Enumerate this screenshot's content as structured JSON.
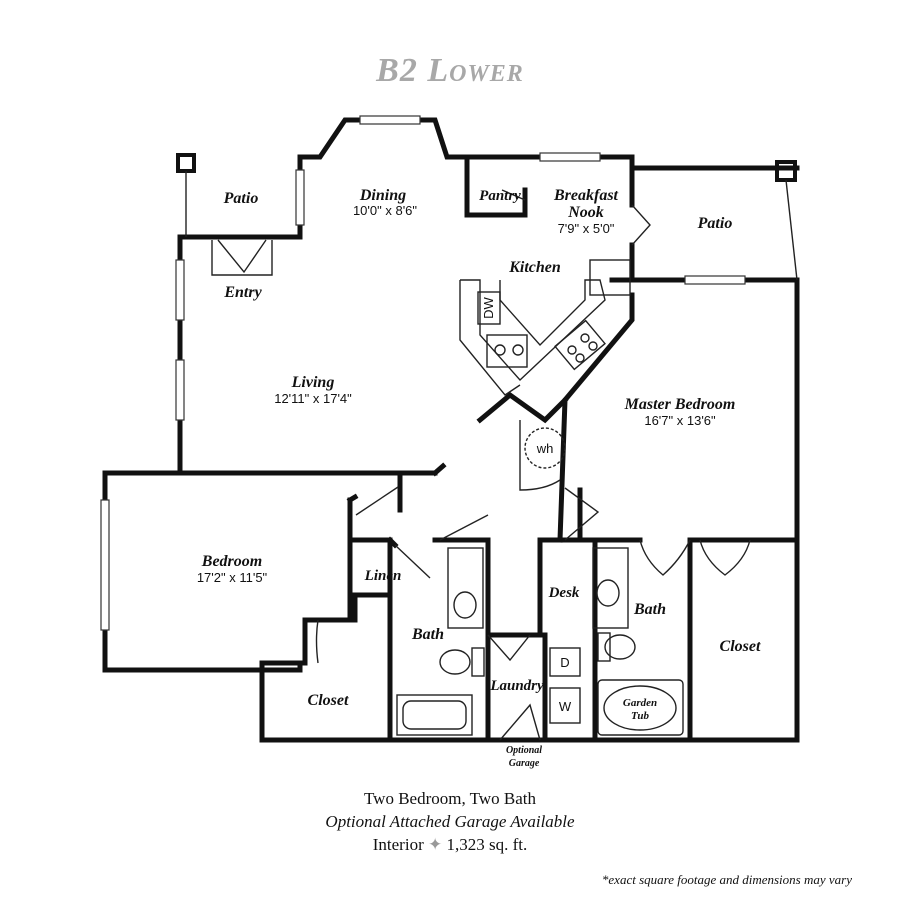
{
  "title": "B2 Lower",
  "rooms": {
    "patio_left": "Patio",
    "dining": "Dining",
    "dining_dim": "10'0\" x 8'6\"",
    "pantry": "Pantry",
    "breakfast_1": "Breakfast",
    "breakfast_2": "Nook",
    "breakfast_dim": "7'9\" x 5'0\"",
    "patio_right": "Patio",
    "kitchen": "Kitchen",
    "entry": "Entry",
    "living": "Living",
    "living_dim": "12'11\" x 17'4\"",
    "master": "Master Bedroom",
    "master_dim": "16'7\" x 13'6\"",
    "wh": "wh",
    "bedroom": "Bedroom",
    "bedroom_dim": "17'2\" x 11'5\"",
    "linen": "Linen",
    "bath_left": "Bath",
    "desk": "Desk",
    "bath_right": "Bath",
    "closet_right": "Closet",
    "closet_left": "Closet",
    "laundry": "Laundry",
    "dw": "DW",
    "dryer": "D",
    "washer": "W",
    "garden_1": "Garden",
    "garden_2": "Tub",
    "garage_1": "Optional",
    "garage_2": "Garage"
  },
  "footer": {
    "line1": "Two Bedroom, Two Bath",
    "line2": "Optional Attached Garage Available",
    "line3_prefix": "Interior",
    "line3_diamond": "✦",
    "line3_suffix": "1,323 sq. ft.",
    "note": "*exact square footage and dimensions may vary"
  }
}
